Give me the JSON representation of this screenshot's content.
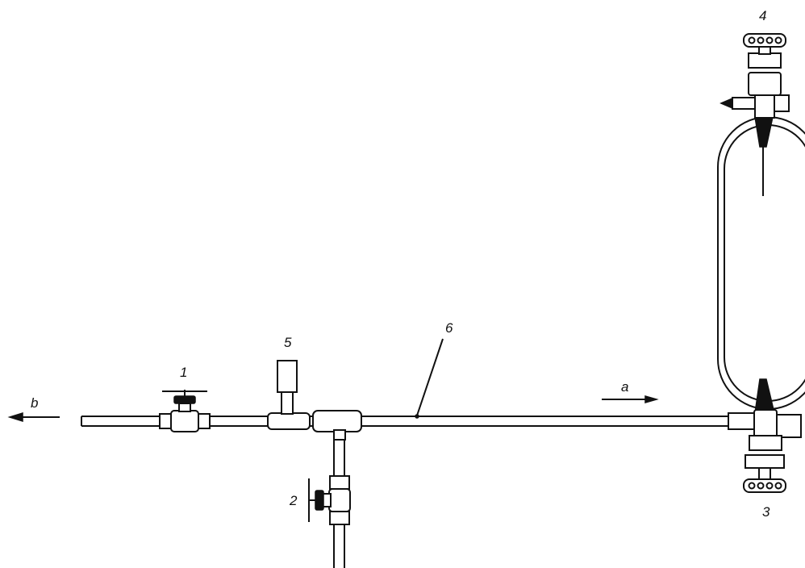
{
  "labels": {
    "valve_1": "1",
    "valve_2": "2",
    "valve_3": "3",
    "valve_4": "4",
    "gauge_5": "5",
    "pipe_6": "6",
    "flow_a": "a",
    "flow_b": "b"
  },
  "colors": {
    "line": "#111111",
    "background": "#ffffff"
  }
}
